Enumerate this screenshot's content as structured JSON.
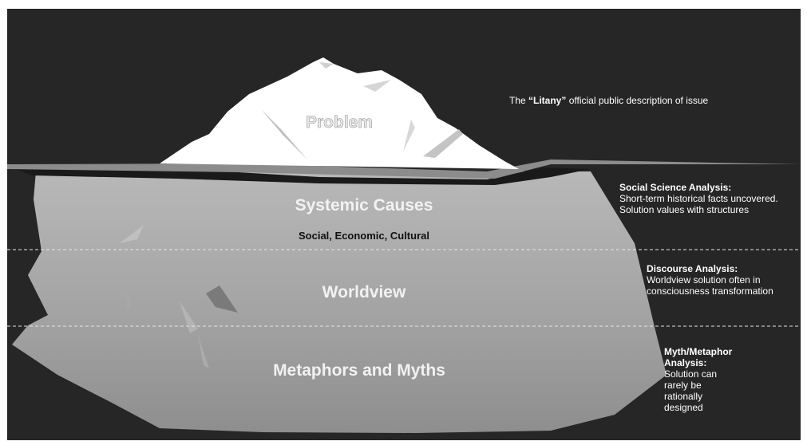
{
  "diagram": {
    "layers": [
      {
        "id": "problem",
        "label": "Problem"
      },
      {
        "id": "systemic",
        "label": "Systemic Causes",
        "sublabel": "Social, Economic, Cultural"
      },
      {
        "id": "worldview",
        "label": "Worldview"
      },
      {
        "id": "myths",
        "label": "Metaphors and Myths"
      }
    ],
    "annotations": {
      "litany": {
        "prefix": "The ",
        "bold": "“Litany”",
        "rest": " official public description of issue"
      },
      "social_science": {
        "title": "Social Science Analysis:",
        "body": "Short-term historical facts uncovered.  Solution values with structures"
      },
      "discourse": {
        "title": "Discourse Analysis:",
        "body": "Worldview solution often in consciousness transformation"
      },
      "myth": {
        "title": "Myth/Metaphor Analysis:",
        "body": "Solution can rarely be rationally designed"
      }
    },
    "colors": {
      "background": "#262626",
      "tip": "#ffffff",
      "water": "#8c8c8c",
      "berg_top": "#b4b4b4",
      "berg_bottom": "#8a8a8a",
      "label": "#f0f0f0"
    }
  }
}
